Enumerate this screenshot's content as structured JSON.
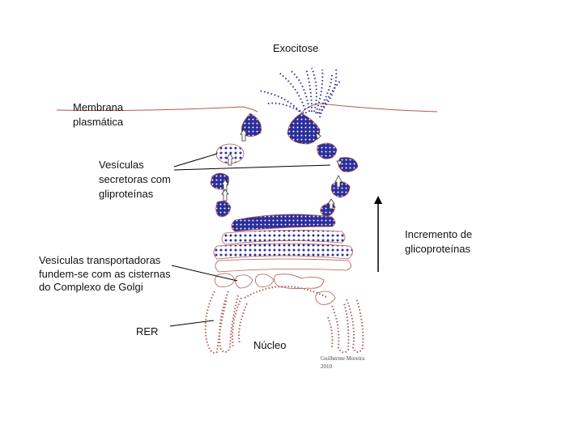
{
  "labels": {
    "exocytosis": "Exocitose",
    "membrane": [
      "Membrana",
      "plasmática"
    ],
    "secretory_vesicles": [
      "Vesículas",
      "secretoras com",
      "gliproteínas"
    ],
    "increase": [
      "Incremento de",
      "glicoproteínas"
    ],
    "transport_vesicles": [
      "Vesículas transportadoras",
      "fundem-se com as cisternas",
      "do Complexo de Golgi"
    ],
    "rer": "RER",
    "nucleus": "Núcleo"
  },
  "signature": [
    "Guilherme Moreira",
    "2010"
  ],
  "colors": {
    "membrane": "#b25a52",
    "vesicle": "#2b2f9c",
    "line": "#000000"
  }
}
